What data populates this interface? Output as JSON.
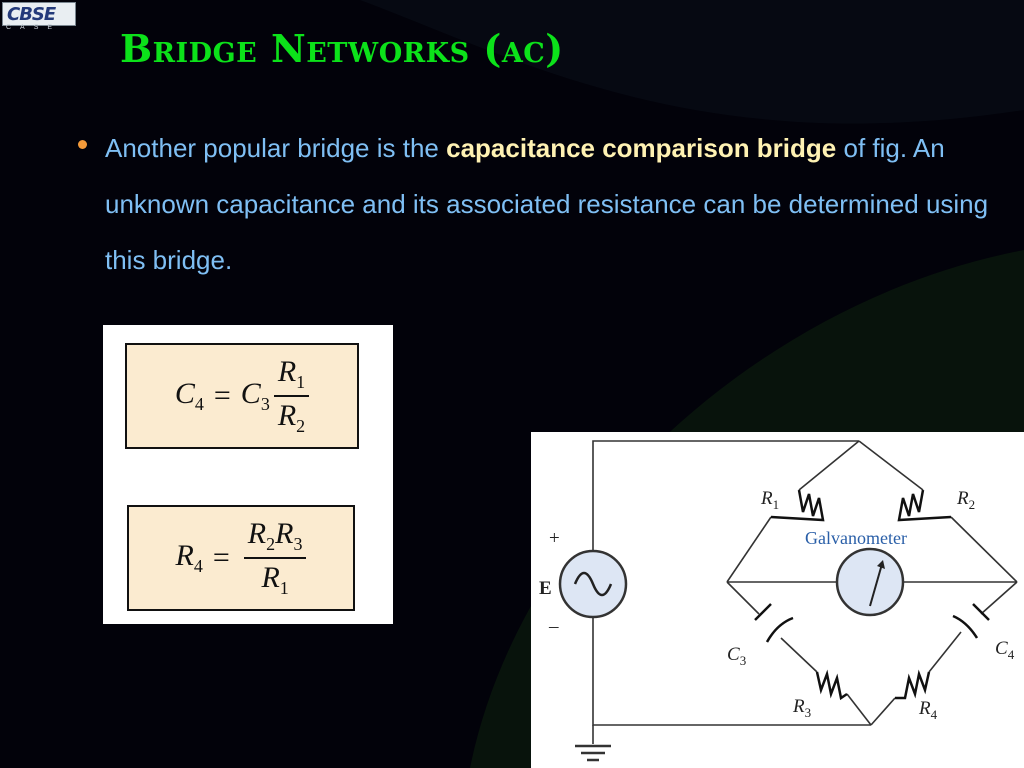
{
  "logo": {
    "text": "CBSE",
    "sub": "CASE"
  },
  "title": "Bridge Networks (ac)",
  "bullet": {
    "before": "Another popular bridge is the ",
    "highlight": "capacitance comparison bridge",
    "after": " of fig. An unknown capacitance and its associated resistance can be determined using this bridge."
  },
  "formulas": {
    "f1": {
      "lhs": "C",
      "lhs_sub": "4",
      "eq": "=",
      "rhs": "C",
      "rhs_sub": "3",
      "num": "R",
      "num_sub": "1",
      "den": "R",
      "den_sub": "2"
    },
    "f2": {
      "lhs": "R",
      "lhs_sub": "4",
      "eq": "=",
      "num_a": "R",
      "num_a_sub": "2",
      "num_b": "R",
      "num_b_sub": "3",
      "den": "R",
      "den_sub": "1"
    }
  },
  "circuit": {
    "plus": "+",
    "minus": "–",
    "source": "E",
    "galvanometer": "Galvanometer",
    "r1": "R",
    "r1_sub": "1",
    "r2": "R",
    "r2_sub": "2",
    "c3": "C",
    "c3_sub": "3",
    "c4": "C",
    "c4_sub": "4",
    "r3": "R",
    "r3_sub": "3",
    "r4": "R",
    "r4_sub": "4"
  },
  "colors": {
    "title": "#0ce21a",
    "body": "#7fbff4",
    "highlight": "#fff2b3",
    "bullet": "#f39a3a"
  }
}
